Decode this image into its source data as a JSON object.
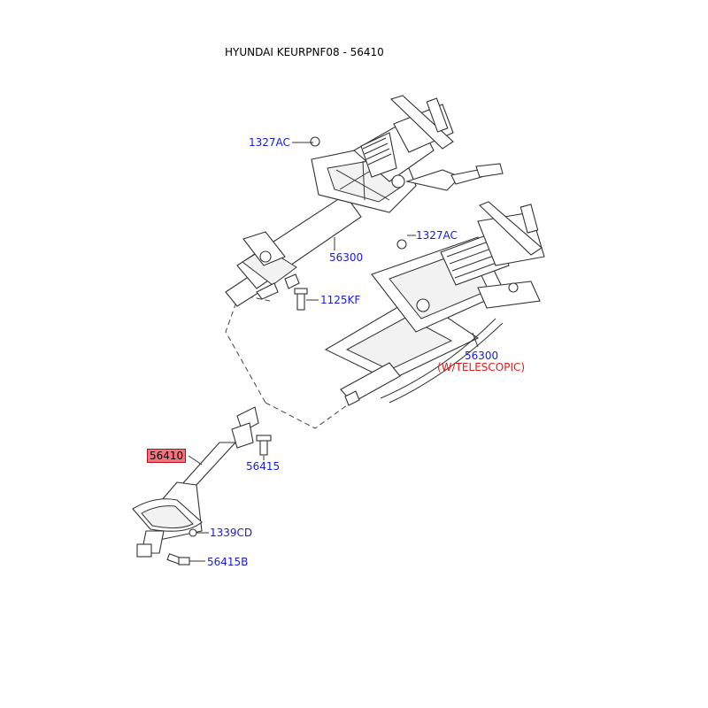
{
  "header": {
    "title": "HYUNDAI KEURPNF08 - 56410"
  },
  "callouts": {
    "bolt_1327ac_a": "1327AC",
    "bolt_1327ac_b": "1327AC",
    "column_56300_a": "56300",
    "bolt_1125kf": "1125KF",
    "column_56300_b": "56300",
    "telescopic_note": "(W/TELESCOPIC)",
    "shaft_56410": "56410",
    "bolt_56415": "56415",
    "nut_1339cd": "1339CD",
    "bolt_56415b": "56415B"
  },
  "colors": {
    "label_blue": "#1a1adc",
    "label_red": "#e31a1a",
    "highlight_fill": "#f4737f",
    "highlight_border": "#b3101c"
  }
}
